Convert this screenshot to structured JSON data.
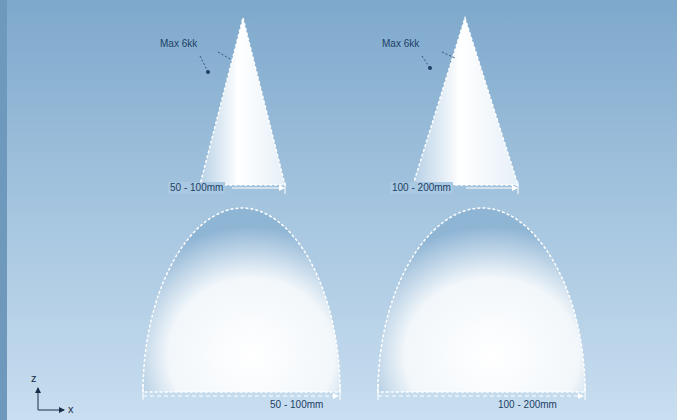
{
  "diagram": {
    "labels": [
      "Max 6kk",
      "50 - 100mm",
      "Max 6kk",
      "100 - 200mm",
      "50 - 100mm",
      "100 - 200mm",
      "z",
      "x"
    ]
  }
}
